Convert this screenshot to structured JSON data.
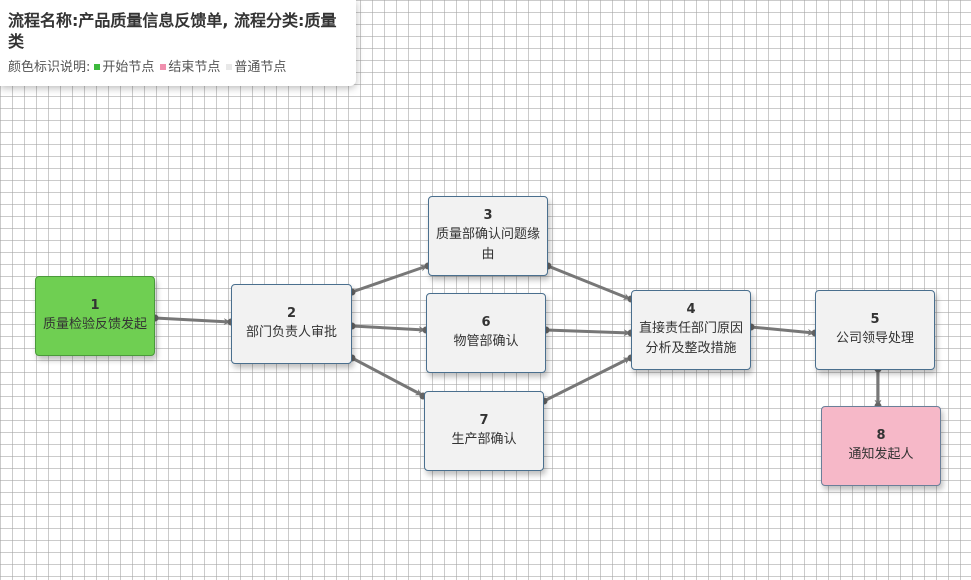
{
  "header": {
    "title": "流程名称:产品质量信息反馈单, 流程分类:质量类",
    "legend_label": "颜色标识说明:",
    "legend": [
      {
        "label": "开始节点",
        "color": "#3cb93c"
      },
      {
        "label": "结束节点",
        "color": "#f08fae"
      },
      {
        "label": "普通节点",
        "color": "#e8e8e8"
      }
    ]
  },
  "nodes": [
    {
      "id": "1",
      "label": "质量检验反馈发起",
      "kind": "start"
    },
    {
      "id": "2",
      "label": "部门负责人审批",
      "kind": "normal"
    },
    {
      "id": "3",
      "label": "质量部确认问题缘由",
      "kind": "normal"
    },
    {
      "id": "6",
      "label": "物管部确认",
      "kind": "normal"
    },
    {
      "id": "7",
      "label": "生产部确认",
      "kind": "normal"
    },
    {
      "id": "4",
      "label": "直接责任部门原因分析及整改措施",
      "kind": "normal"
    },
    {
      "id": "5",
      "label": "公司领导处理",
      "kind": "normal"
    },
    {
      "id": "8",
      "label": "通知发起人",
      "kind": "end"
    }
  ],
  "edges": [
    {
      "from": "1",
      "to": "2"
    },
    {
      "from": "2",
      "to": "3"
    },
    {
      "from": "2",
      "to": "6"
    },
    {
      "from": "2",
      "to": "7"
    },
    {
      "from": "3",
      "to": "4"
    },
    {
      "from": "6",
      "to": "4"
    },
    {
      "from": "7",
      "to": "4"
    },
    {
      "from": "4",
      "to": "5"
    },
    {
      "from": "5",
      "to": "8"
    }
  ]
}
